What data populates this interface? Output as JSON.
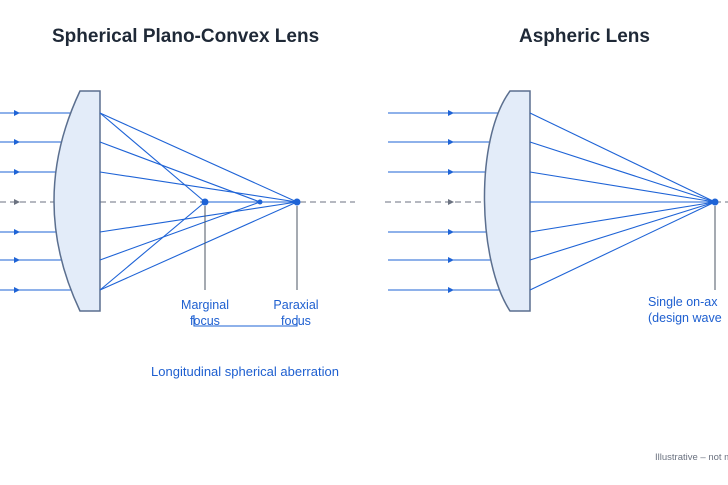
{
  "left_panel": {
    "title": "Spherical Plano-Convex Lens",
    "marginal_label": [
      "Marginal",
      "focus"
    ],
    "paraxial_label": [
      "Paraxial",
      "focus"
    ],
    "aberration_label": "Longitudinal spherical aberration"
  },
  "right_panel": {
    "title": "Aspheric Lens",
    "focus_label": [
      "Single on-ax",
      "(design wave"
    ]
  },
  "footnote": "Illustrative – not m",
  "colors": {
    "ray": "#1e63d6",
    "lens_fill": "#e3ecf9",
    "lens_stroke": "#5b6f8f",
    "axis": "#6b7280"
  }
}
